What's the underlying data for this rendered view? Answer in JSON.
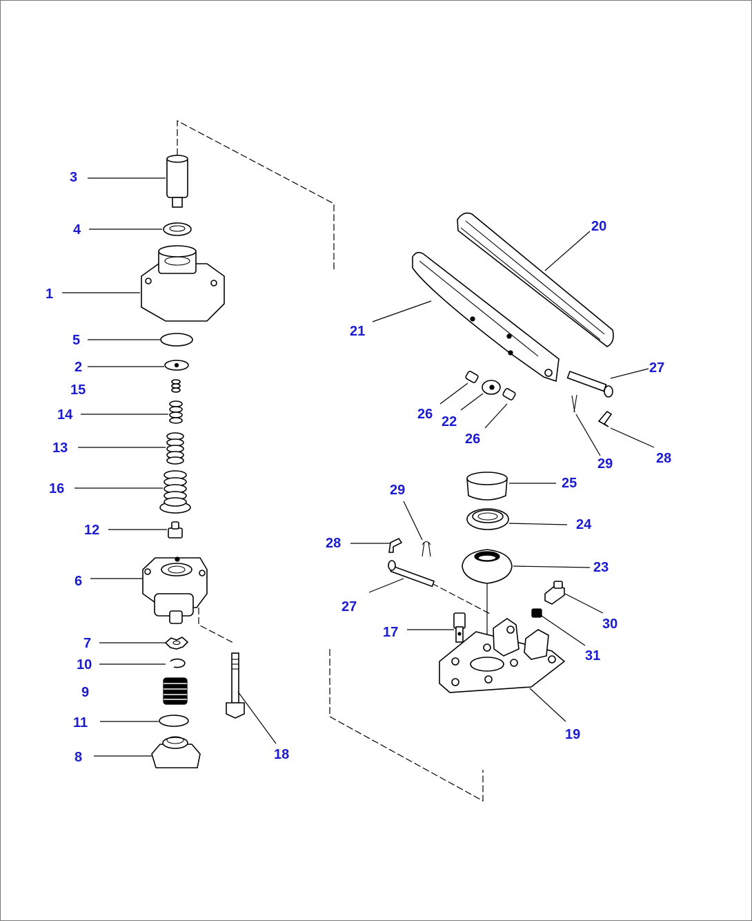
{
  "colors": {
    "label": "#1a1ad0",
    "line": "#000000",
    "frame": "#777777"
  },
  "labels": {
    "l1": "1",
    "l2": "2",
    "l3": "3",
    "l4": "4",
    "l5": "5",
    "l6": "6",
    "l7": "7",
    "l8": "8",
    "l9": "9",
    "l10": "10",
    "l11": "11",
    "l12": "12",
    "l13": "13",
    "l14": "14",
    "l15": "15",
    "l16": "16",
    "l17": "17",
    "l18": "18",
    "l19": "19",
    "l20": "20",
    "l21": "21",
    "l22": "22",
    "l23": "23",
    "l24": "24",
    "l25": "25",
    "l26a": "26",
    "l26b": "26",
    "l27a": "27",
    "l27b": "27",
    "l28a": "28",
    "l28b": "28",
    "l29a": "29",
    "l29b": "29",
    "l30": "30",
    "l31": "31"
  }
}
